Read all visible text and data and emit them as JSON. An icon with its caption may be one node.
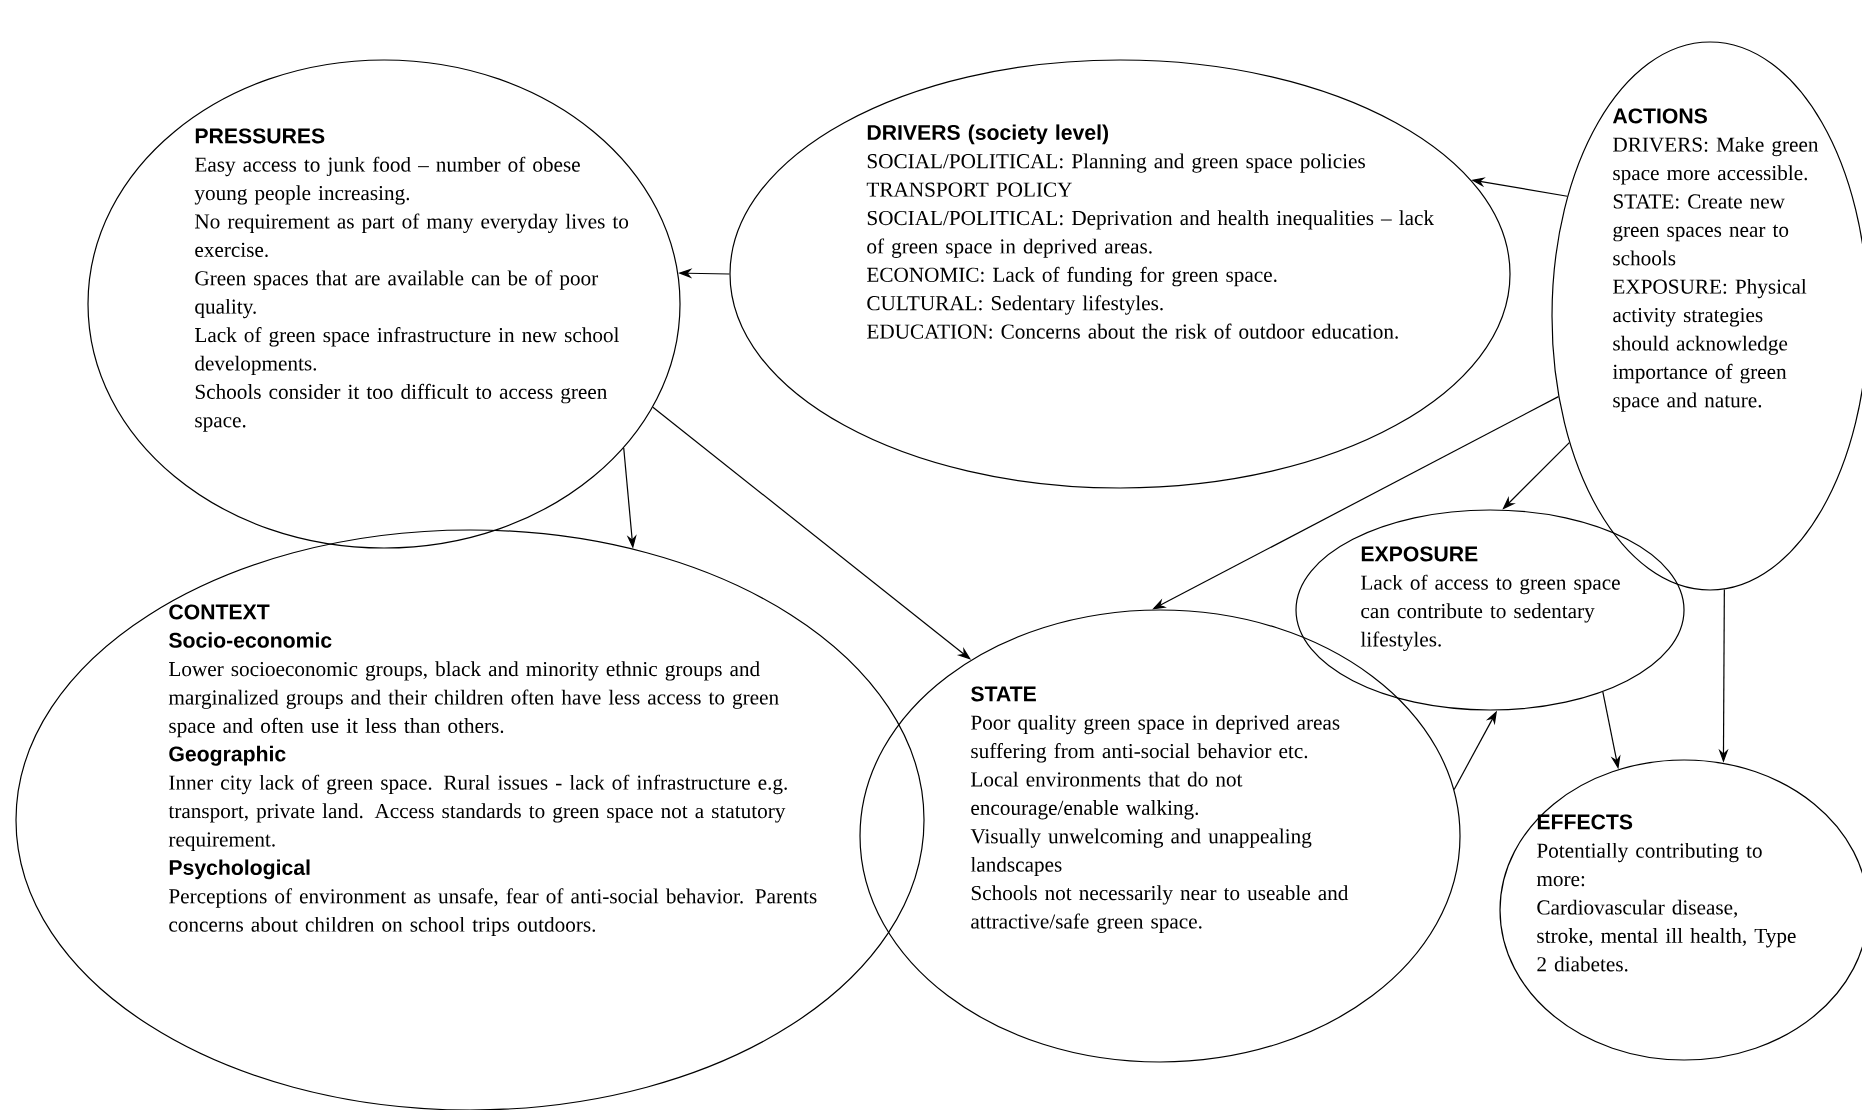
{
  "diagram": {
    "nodes": [
      {
        "text": [
          "PRESSURES",
          "Easy access to junk food – number of obese young people increasing.",
          "No requirement as part of many everyday lives to exercise.",
          "Green spaces that are available can be of poor quality.",
          "Lack of green space infrastructure in new school developments.",
          "Schools consider it too difficult to access green space."
        ]
      },
      {
        "text": [
          "DRIVERS (society level)",
          "SOCIAL/POLITICAL: Planning and green space policies",
          "TRANSPORT POLICY",
          "SOCIAL/POLITICAL: Deprivation and health inequalities – lack of green space in deprived areas.",
          "ECONOMIC:  Lack of funding for green space.",
          "CULTURAL: Sedentary lifestyles.",
          "EDUCATION: Concerns about the risk of outdoor education."
        ]
      },
      {
        "text": [
          "ACTIONS",
          "DRIVERS: Make green space more accessible.",
          "STATE: Create new green spaces near to schools",
          "EXPOSURE: Physical activity strategies should acknowledge importance of green space and nature."
        ]
      },
      {
        "text": [
          "CONTEXT",
          "Socio-economic",
          "Lower socioeconomic groups, black and minority ethnic groups and marginalized groups and their children often have less access to green space and often use it less than others.",
          "Geographic",
          "Inner city lack of green space. Rural issues - lack of infrastructure e.g. transport, private land. Access standards to green space not a statutory requirement.",
          "Psychological",
          "Perceptions of environment as unsafe, fear of anti-social behavior. Parents concerns about children on school trips outdoors."
        ]
      },
      {
        "text": [
          "EXPOSURE",
          "Lack of access to green space can contribute to sedentary lifestyles."
        ]
      },
      {
        "text": [
          "STATE",
          "Poor quality green space in deprived areas suffering from anti-social behavior etc.",
          "Local environments that do not encourage/enable walking.",
          "Visually unwelcoming and unappealing landscapes",
          "Schools not necessarily near to useable and attractive/safe green space."
        ]
      },
      {
        "text": [
          "EFFECTS",
          "Potentially contributing to more:",
          "Cardiovascular disease, stroke, mental ill health, Type 2 diabetes."
        ]
      }
    ],
    "edges": [
      {
        "from": 1,
        "to": 0,
        "arrow": "to"
      },
      {
        "from": 2,
        "to": 1,
        "arrow": "to"
      },
      {
        "from": 0,
        "to": 3,
        "arrow": "to"
      },
      {
        "from": 0,
        "to": 5,
        "arrow": "to"
      },
      {
        "from": 2,
        "to": 5,
        "arrow": "to"
      },
      {
        "from": 2,
        "to": 4,
        "arrow": "to"
      },
      {
        "from": 5,
        "to": 4,
        "arrow": "to"
      },
      {
        "from": 4,
        "to": 6,
        "arrow": "to"
      },
      {
        "from": 2,
        "to": 6,
        "arrow": "to"
      }
    ]
  }
}
